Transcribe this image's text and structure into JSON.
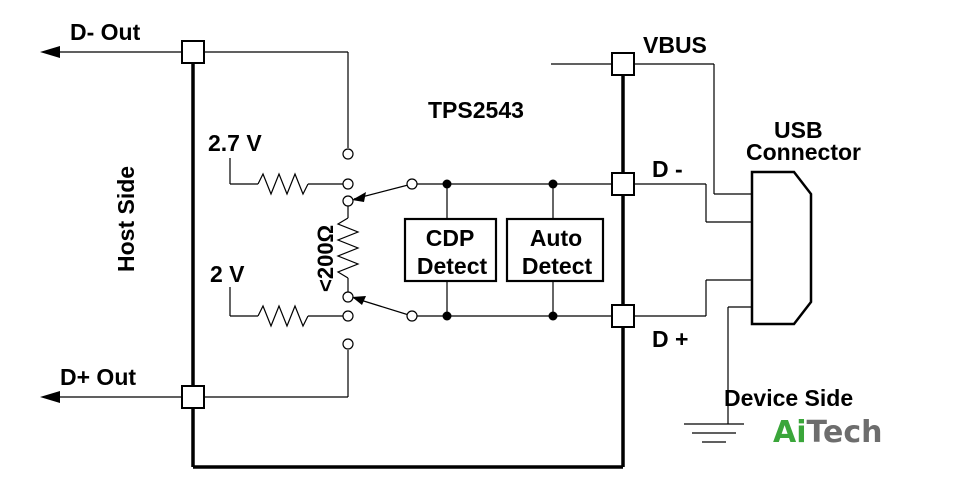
{
  "labels": {
    "d_minus_out": "D- Out",
    "d_plus_out": "D+ Out",
    "host_side": "Host Side",
    "chip": "TPS2543",
    "v27": "2.7 V",
    "v2": "2 V",
    "res": "<200Ω",
    "cdp_1": "CDP",
    "cdp_2": "Detect",
    "auto_1": "Auto",
    "auto_2": "Detect",
    "vbus": "VBUS",
    "d_minus": "D -",
    "d_plus": "D +",
    "usb_1": "USB",
    "usb_2": "Connector",
    "device_side": "Device Side"
  },
  "logo": {
    "part1": "Ai",
    "part2": "Tech",
    "green": "#3aa63a",
    "grey": "#6d6d6d"
  }
}
